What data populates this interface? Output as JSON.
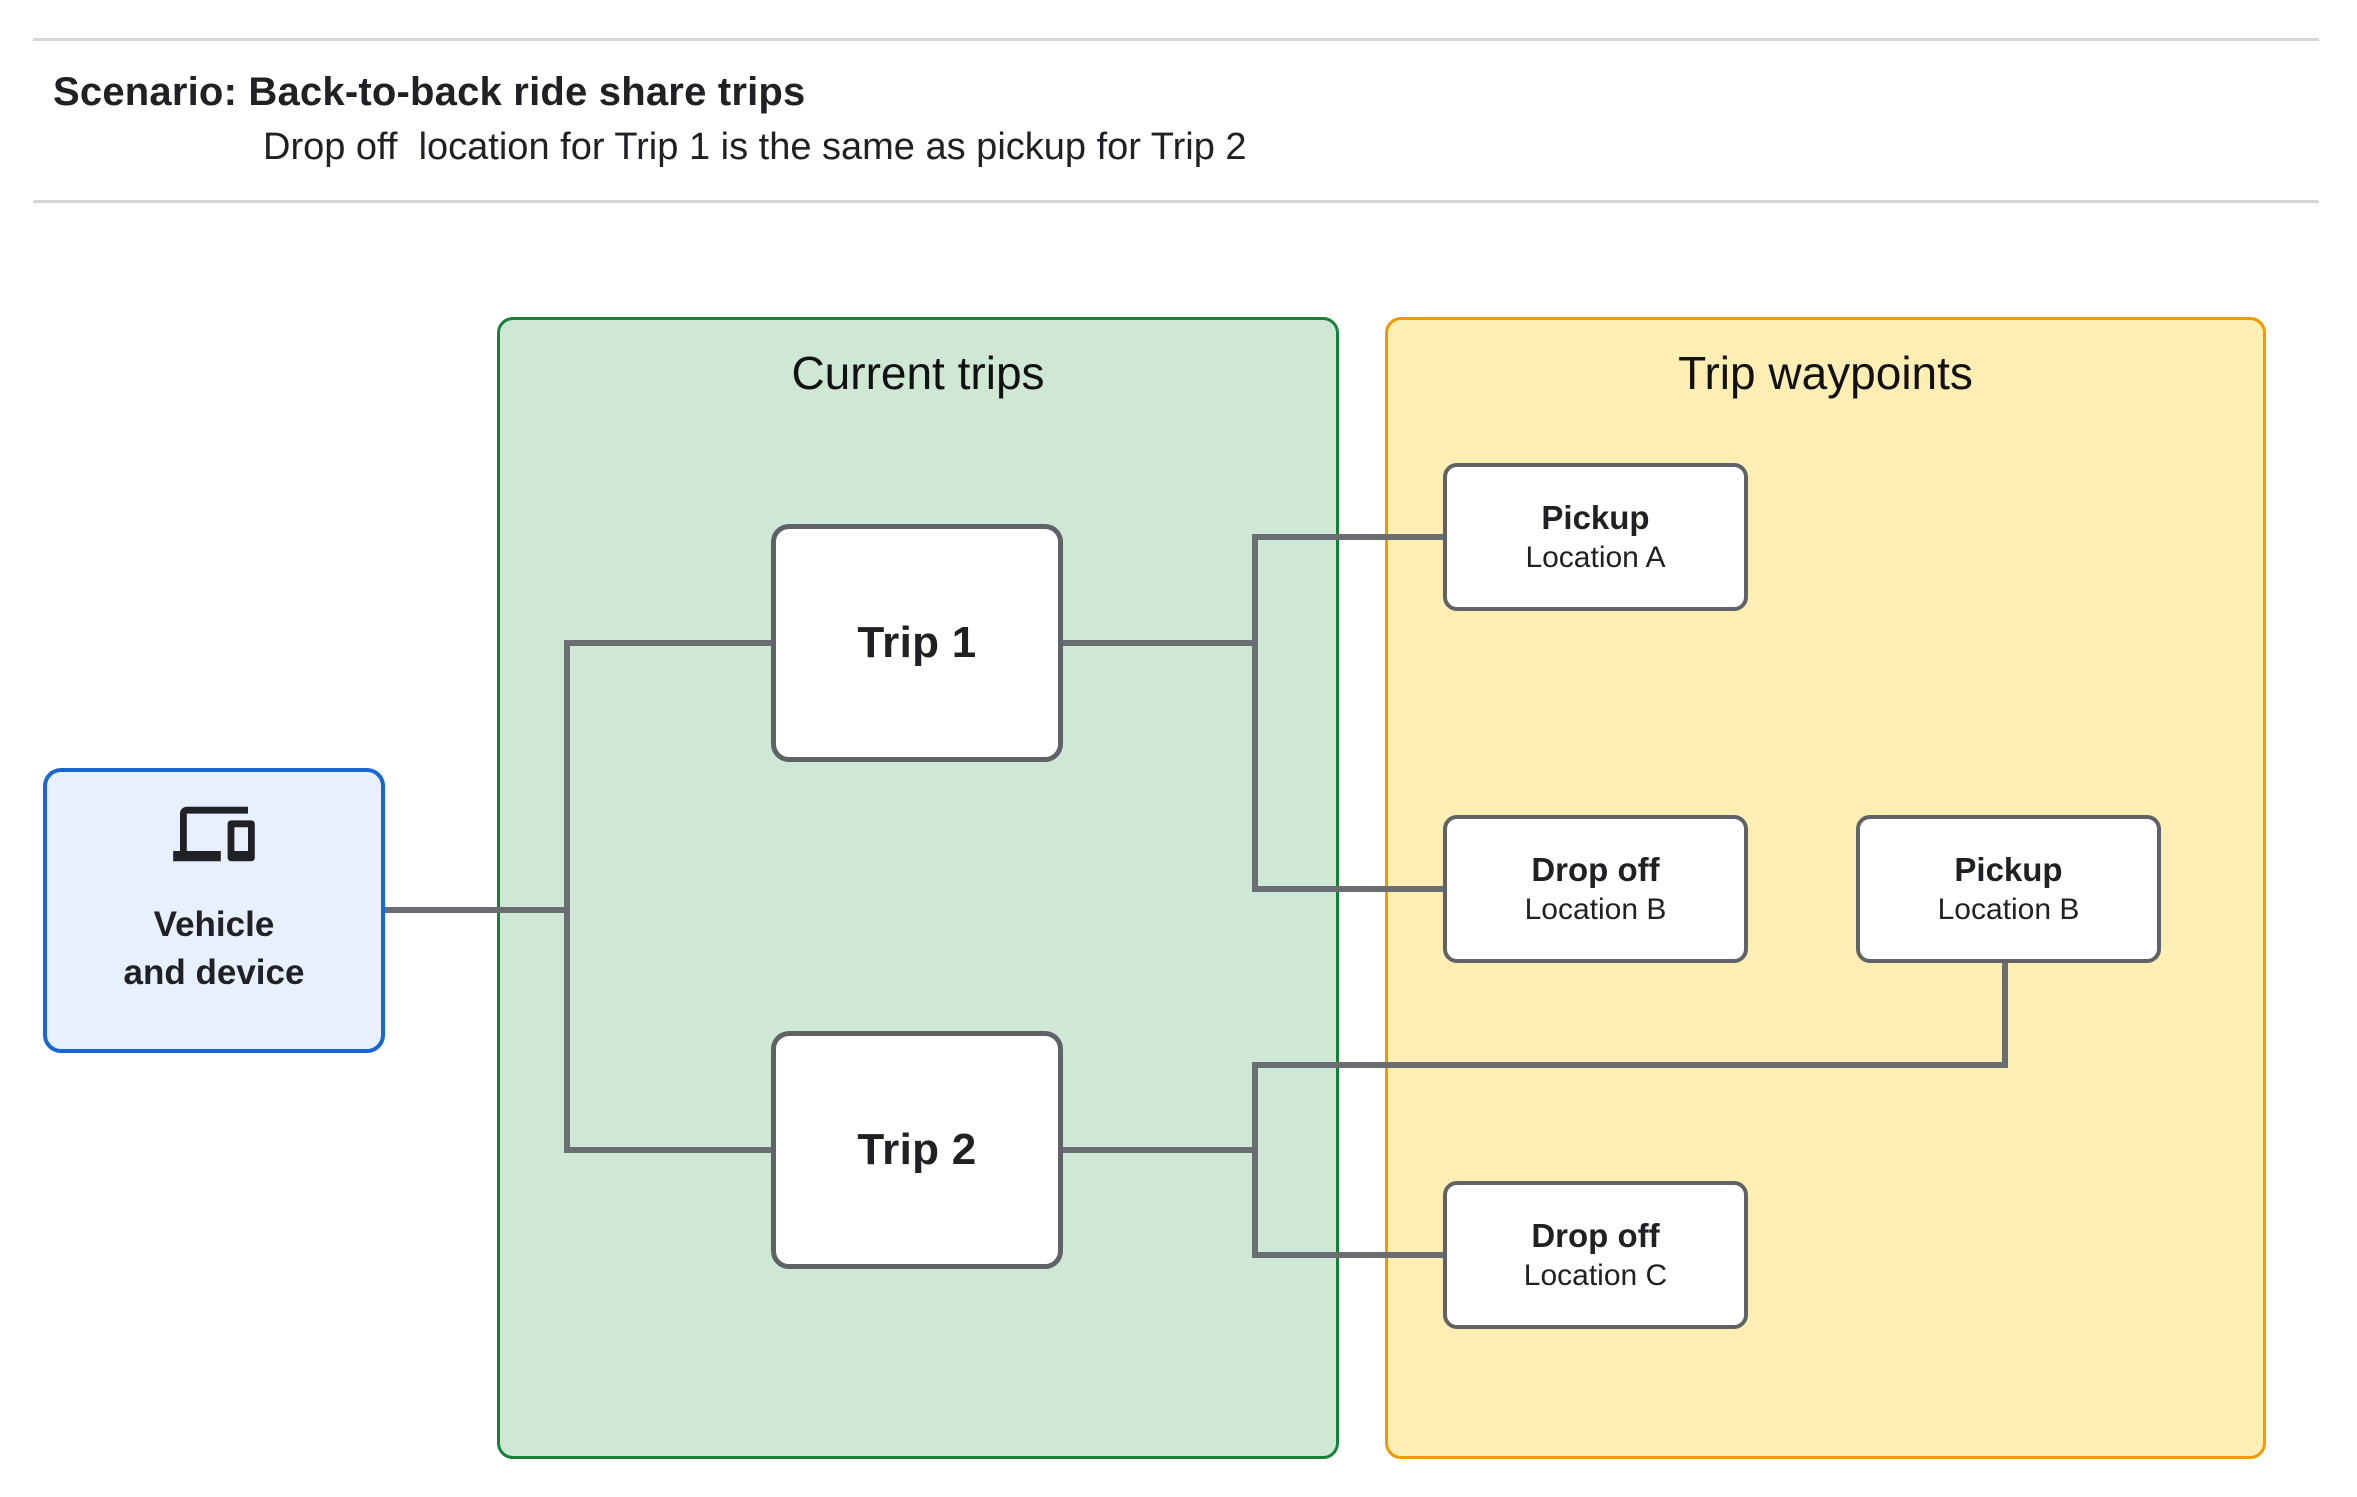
{
  "header": {
    "title": "Scenario: Back-to-back ride share trips",
    "subtitle": "Drop off  location for Trip 1 is the same as pickup for Trip 2"
  },
  "diagram": {
    "vehicle": {
      "icon": "devices-icon",
      "line1": "Vehicle",
      "line2": "and device"
    },
    "groups": {
      "current_trips": {
        "title": "Current trips"
      },
      "trip_waypoints": {
        "title": "Trip waypoints"
      }
    },
    "trips": [
      {
        "label": "Trip 1"
      },
      {
        "label": "Trip 2"
      }
    ],
    "waypoints": [
      {
        "type": "Pickup",
        "location": "Location A"
      },
      {
        "type": "Drop off",
        "location": "Location B"
      },
      {
        "type": "Pickup",
        "location": "Location B"
      },
      {
        "type": "Drop off",
        "location": "Location C"
      }
    ]
  },
  "colors": {
    "vehicle_fill": "#e8f0fe",
    "vehicle_border": "#1967d2",
    "trips_fill": "#cfe7d5",
    "trips_border": "#188038",
    "waypoints_fill": "#fdeeb3",
    "waypoints_border": "#f29900",
    "node_border": "#5f6368",
    "connector": "#6a6e72",
    "text": "#202124",
    "rule": "#d6d6d6"
  }
}
